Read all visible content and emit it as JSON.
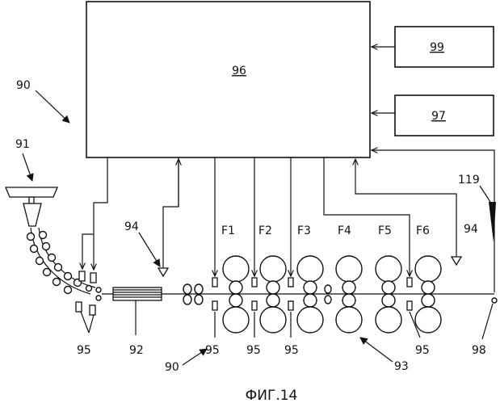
{
  "figure": {
    "caption": "ФИГ.14",
    "blocks": {
      "main": "96",
      "upper_right": "99",
      "lower_right": "97"
    },
    "stands": [
      "F1",
      "F2",
      "F3",
      "F4",
      "F5",
      "F6"
    ],
    "refs": {
      "system": "90",
      "system_bottom": "90",
      "ladle": "91",
      "furnace": "92",
      "mill": "93",
      "sensor_left": "94",
      "sensor_right": "94",
      "sensor_group_caster": "95",
      "sensor_f1": "95",
      "sensor_f2": "95",
      "sensor_f3": "95",
      "sensor_f5": "95",
      "coil_sensor": "98",
      "strip_sensor": "119"
    }
  }
}
